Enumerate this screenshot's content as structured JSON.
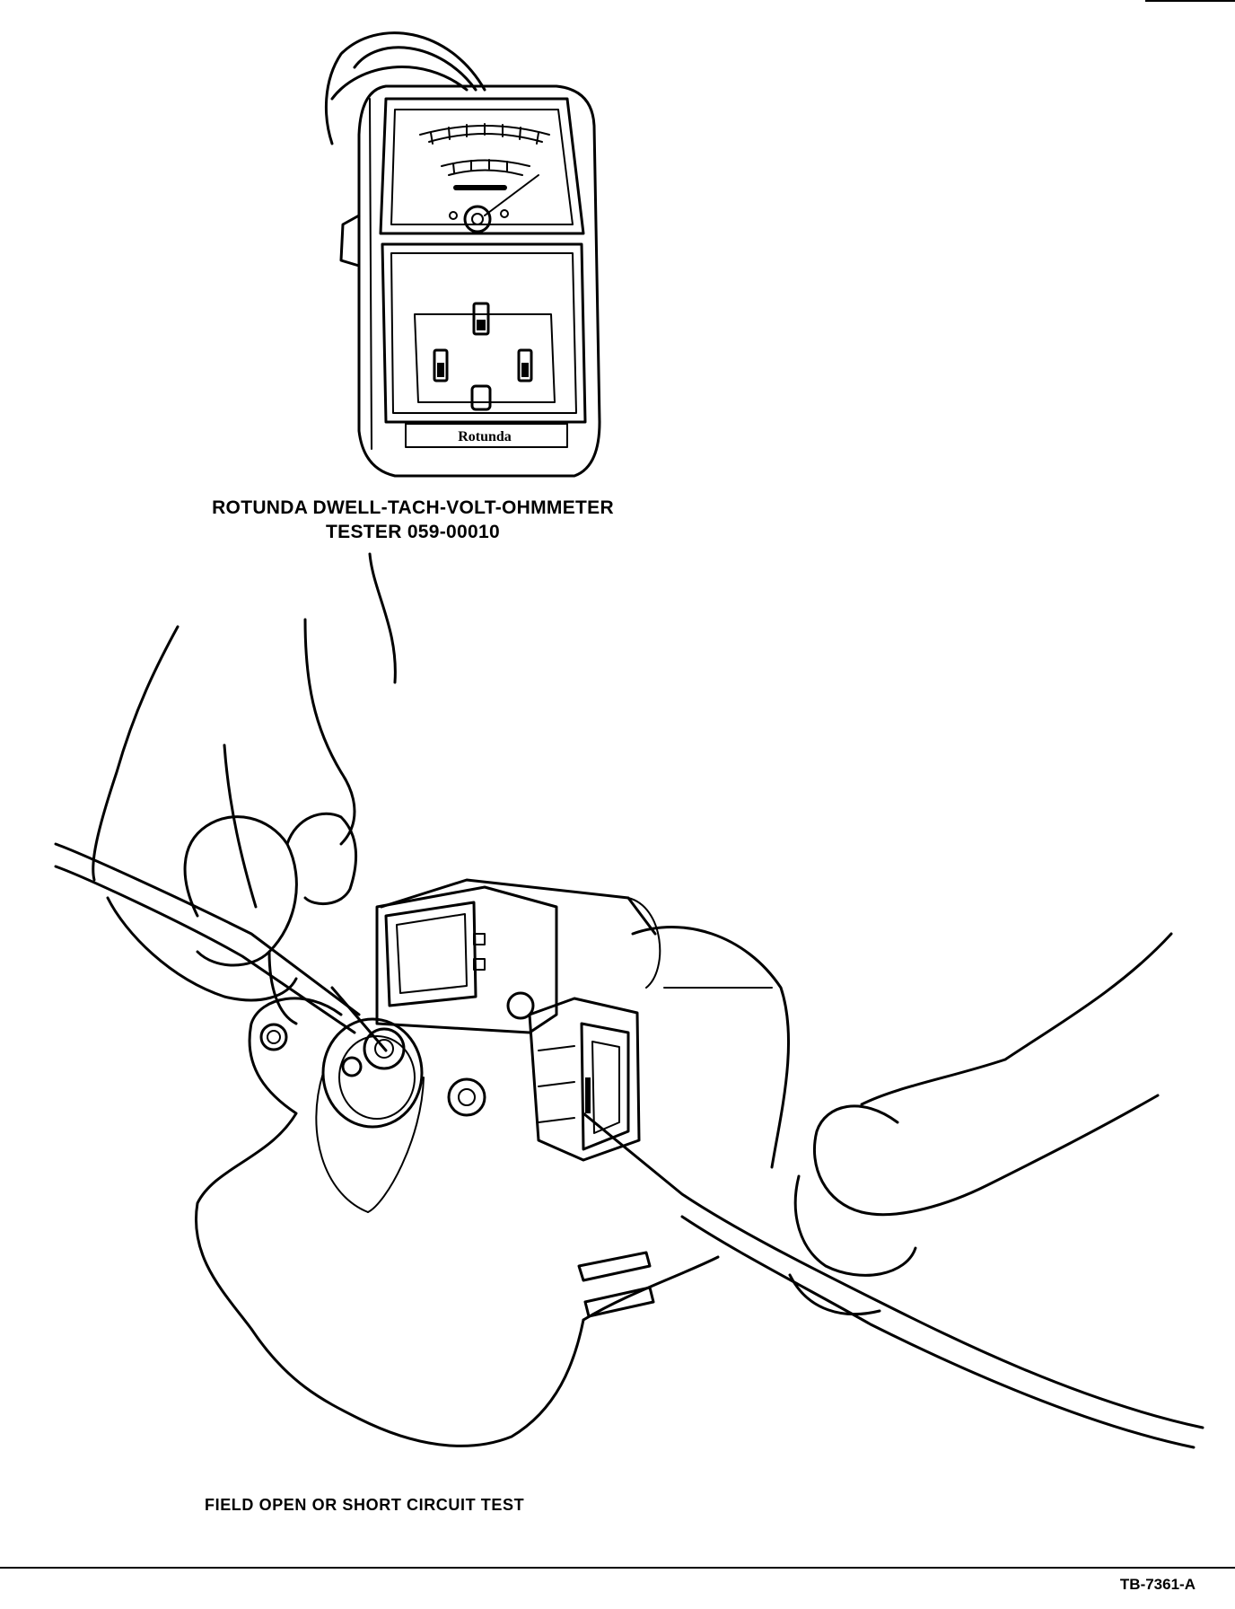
{
  "figure": {
    "tester_caption_line1": "ROTUNDA DWELL-TACH-VOLT-OHMMETER",
    "tester_caption_line2": "TESTER 059-00010",
    "test_caption": "FIELD OPEN OR SHORT CIRCUIT TEST",
    "figure_id": "TB-7361-A",
    "meter_brand_label": "Rotunda"
  }
}
